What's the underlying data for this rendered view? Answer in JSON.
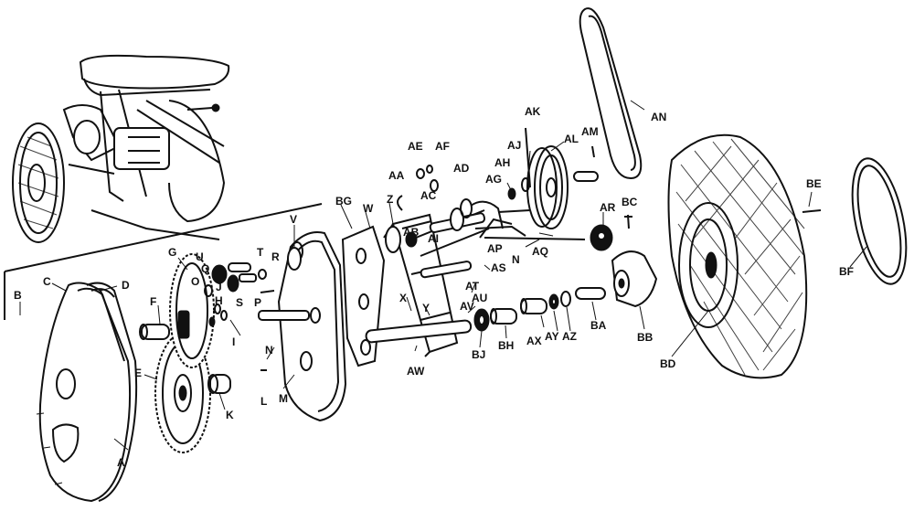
{
  "labels": [
    "A",
    "B",
    "C",
    "D",
    "E",
    "F",
    "G",
    "H",
    "I",
    "J",
    "K",
    "L",
    "M",
    "N",
    "O",
    "P",
    "Q",
    "R",
    "S",
    "T",
    "U",
    "V",
    "W",
    "X",
    "Y",
    "Z",
    "AA",
    "AB",
    "AC",
    "AD",
    "AE",
    "AF",
    "AG",
    "AH",
    "AI",
    "AJ",
    "AK",
    "AL",
    "AM",
    "AN",
    "AP",
    "AQ",
    "AR",
    "AS",
    "AT",
    "AU",
    "AV",
    "AW",
    "AX",
    "AY",
    "AZ",
    "BA",
    "BB",
    "BC",
    "BD",
    "BE",
    "BF",
    "BG",
    "BH",
    "BJ"
  ]
}
